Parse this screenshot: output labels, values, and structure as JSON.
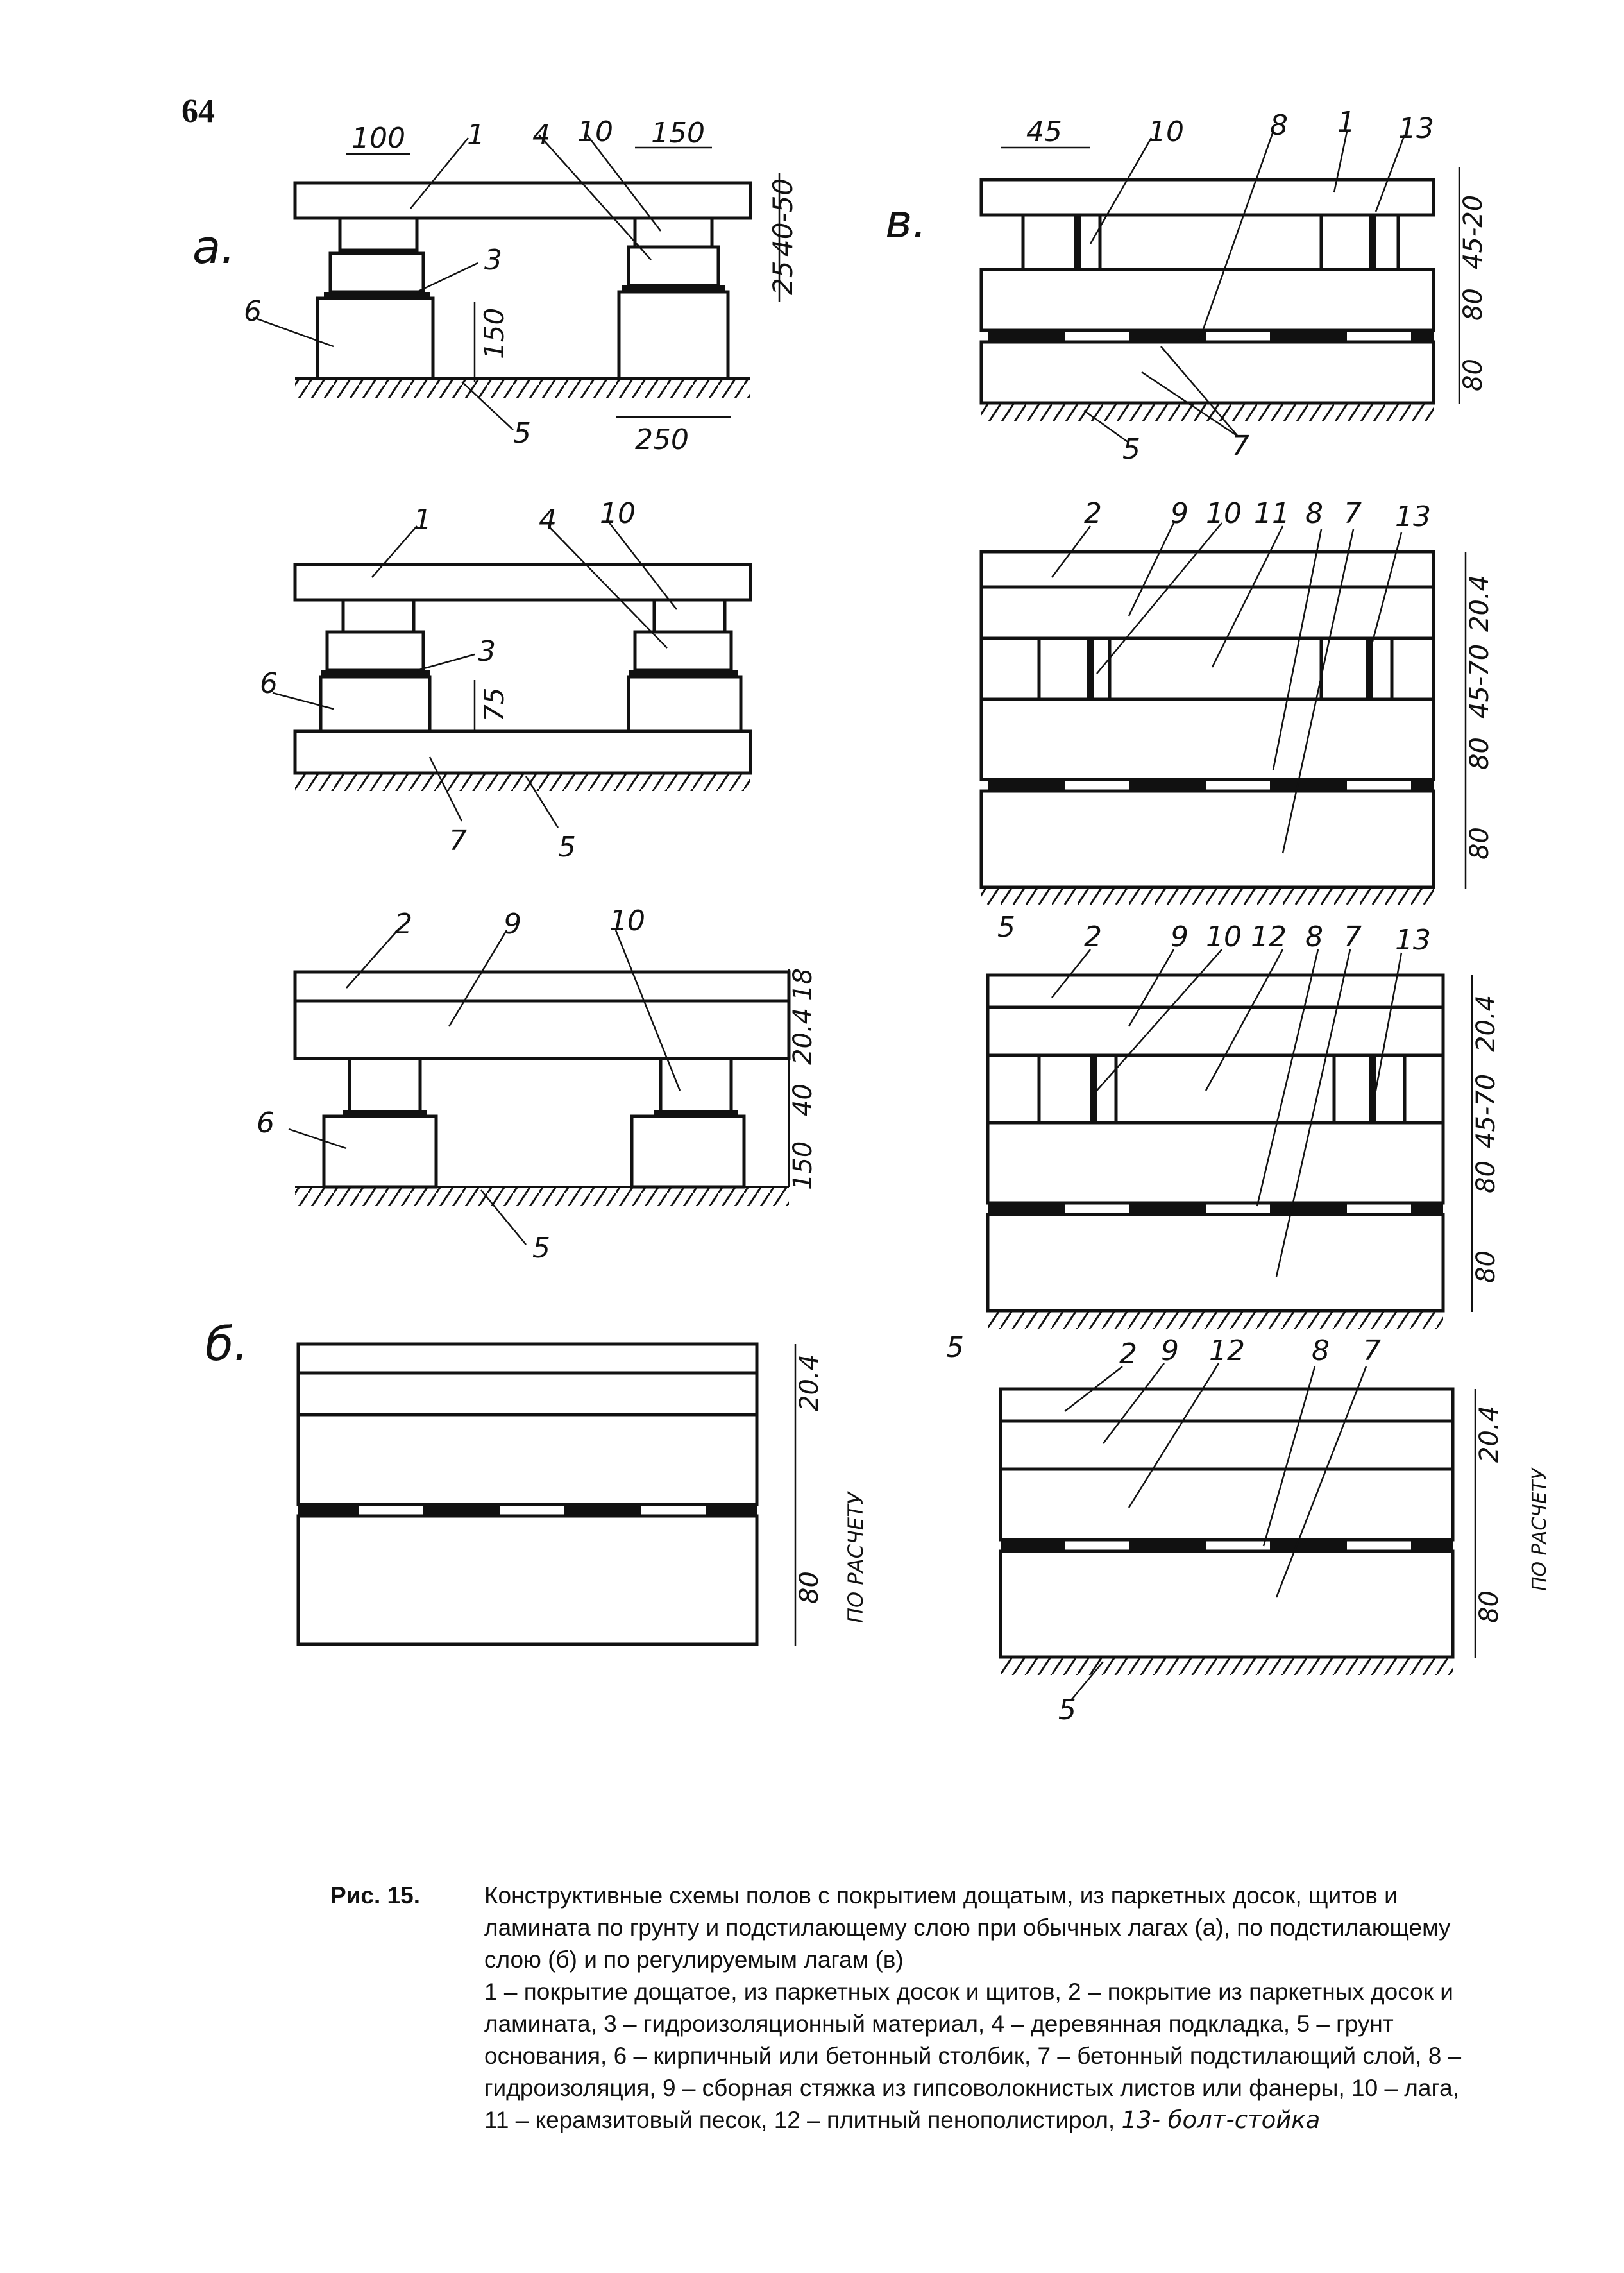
{
  "page_number": "64",
  "sections": {
    "a": "а.",
    "b": "б.",
    "v": "в."
  },
  "callouts": {
    "n1": "1",
    "n2": "2",
    "n3": "3",
    "n4": "4",
    "n5": "5",
    "n6": "6",
    "n7": "7",
    "n8": "8",
    "n9": "9",
    "n10": "10",
    "n11": "11",
    "n12": "12",
    "n13": "13"
  },
  "dimensions": {
    "d100": "100",
    "d150": "150",
    "d40_50": "40-50",
    "d25": "25",
    "d250": "250",
    "d75": "75",
    "d18": "18",
    "d20_4": "20.4",
    "d40": "40",
    "d45": "45",
    "d45_20": "45-20",
    "d80": "80",
    "d45_70": "45-70",
    "po_raschetu": "ПО РАСЧЕТУ"
  },
  "caption": {
    "label": "Рис. 15.",
    "title": "Конструктивные схемы полов с покрытием дощатым, из паркетных досок, щитов и ламината по грунту и подстилающему слою при обычных лагах (а), по подстилающему слою (б) и по регулируемым лагам (в)",
    "legend": "1 – покрытие дощатое, из паркетных досок и щитов, 2 – покрытие из паркетных досок и ламината, 3 – гидроизоляционный материал, 4 – деревянная подкладка, 5 – грунт основания, 6 – кирпичный или бетонный столбик, 7 – бетонный подстилающий слой, 8 – гидроизоляция, 9 – сборная стяжка из гипсоволокнистых листов или фанеры, 10 – лага, 11 – керамзитовый песок, 12 – плитный пенополистирол,",
    "handwritten_tail": "13- болт-стойка"
  }
}
